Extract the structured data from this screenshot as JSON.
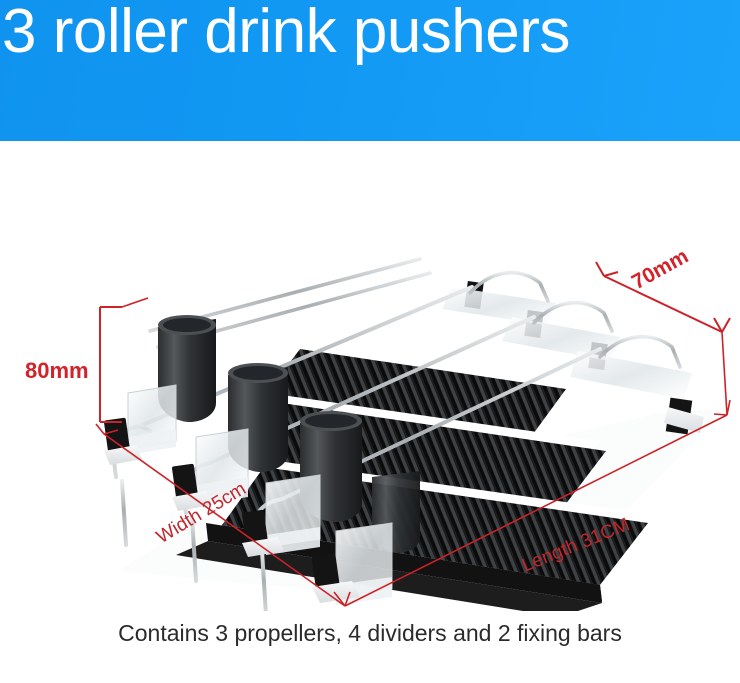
{
  "banner": {
    "title": "3 roller drink pushers",
    "bg_color_left": "#0f93ef",
    "bg_color_right": "#1aa2fb",
    "text_color": "#ffffff"
  },
  "product": {
    "name": "3-lane roller drink pusher shelf organizer",
    "alt_description": "Three black roller tracks with dark grey pusher cups, clear plastic dividers and two chrome wire fixing bars, shown in a three-quarter view on a white background.",
    "lane_count": 3,
    "pusher_count": 3,
    "divider_count": 4,
    "fixing_bar_count": 2,
    "colors": {
      "track": "#151515",
      "roller_highlight": "#4a4a4a",
      "pusher": "#3a3c3e",
      "divider": "#e8eced",
      "wire": "#b9bdc0",
      "clip": "#141414",
      "base": "#1b1b1b"
    }
  },
  "dimensions": {
    "height_label": "80mm",
    "depth_label": "70mm",
    "width_label": "Width 25cm",
    "length_label": "Length 31CM",
    "line_color": "#cc2229"
  },
  "caption": {
    "text": "Contains 3 propellers, 4 dividers and 2 fixing bars",
    "color": "#2b2b2b"
  }
}
